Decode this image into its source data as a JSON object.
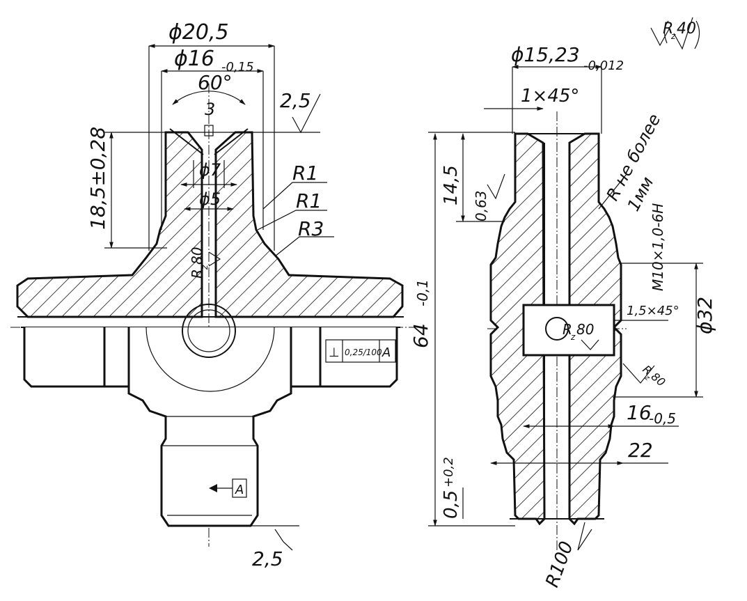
{
  "left_view": {
    "dim_outer_dia": "ϕ20,5",
    "dim_thread_dia": "ϕ16",
    "dim_thread_tol": "-0,15",
    "dim_angle": "60°",
    "dim_slot": "3",
    "dim_bore_top": "ϕ7",
    "dim_bore": "ϕ5",
    "dim_height": "18,5±0,28",
    "radius_1": "R1",
    "radius_2": "R1",
    "radius_3": "R3",
    "rough_top": "2,5",
    "rough_bore_r": "R",
    "rough_bore_z": "z",
    "rough_bore_val": "80",
    "perp_symbol": "⊥",
    "perp_value": "0,25/100",
    "datum_ref": "A",
    "datum_label": "A",
    "rough_bottom": "2,5"
  },
  "right_view": {
    "rough_general_r": "R",
    "rough_general_z": "z",
    "rough_general_val": "40",
    "dim_top_dia": "ϕ15,23",
    "dim_top_tol": "-0,012",
    "dim_chamfer": "1×45°",
    "dim_depth": "14,5",
    "rough_side": "0,63",
    "note_radius_line1": "R не более",
    "note_radius_line2": "1мм",
    "dim_thread": "M10×1,0-6H",
    "dim_chamfer2": "1,5×45°",
    "rough_hole_r": "R",
    "rough_hole_z": "z",
    "rough_hole_val": "80",
    "rough_face_r": "R",
    "rough_face_z": "z",
    "rough_face_val": "80",
    "dim_dia32": "ϕ32",
    "dim_16": "16",
    "dim_16_tol": "-0,5",
    "dim_22": "22",
    "dim_total": "64",
    "dim_total_tol": "-0,1",
    "dim_05": "0,5",
    "dim_05_tol": "+0,2",
    "rough_bottom": "R100"
  }
}
